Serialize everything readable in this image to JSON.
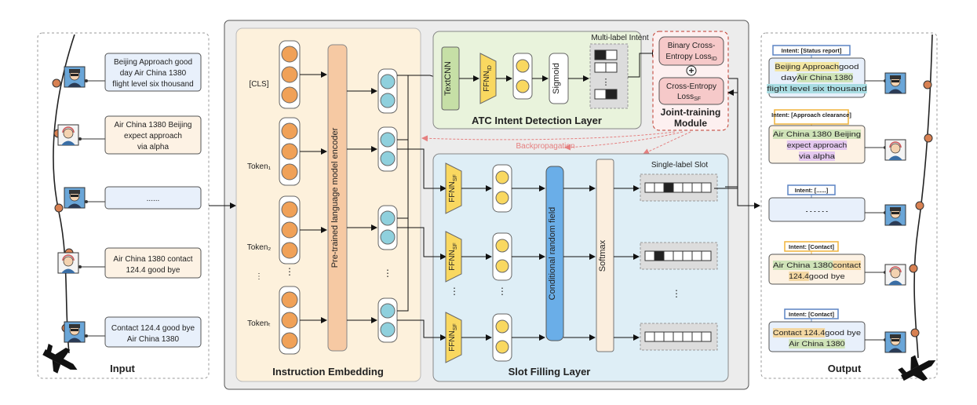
{
  "input": {
    "title": "Input",
    "messages": [
      {
        "lines": [
          "Beijing Approach good",
          "day Air China 1380",
          "flight level six thousand"
        ],
        "speaker": "pilot"
      },
      {
        "lines": [
          "Air China 1380 Beijing",
          "expect approach",
          "via alpha"
        ],
        "speaker": "controller"
      },
      {
        "lines": [
          "......"
        ],
        "speaker": "pilot"
      },
      {
        "lines": [
          "Air China 1380 contact",
          "124.4 good bye"
        ],
        "speaker": "controller"
      },
      {
        "lines": [
          "Contact 124.4 good bye",
          "Air China 1380"
        ],
        "speaker": "pilot"
      }
    ]
  },
  "embedding": {
    "title": "Instruction Embedding",
    "encoder_label": "Pre-trained language model encoder",
    "tokens": [
      "[CLS]",
      "Token₁",
      "Token₂",
      "⋮",
      "Tokenₜ"
    ]
  },
  "intent": {
    "title": "ATC Intent Detection Layer",
    "textcnn": "TextCNN",
    "ffnn": "FFNN",
    "ffnn_sub": "ID",
    "sigmoid": "Sigmoid",
    "multi_label": "Multi-label Intent",
    "dots": "⋮"
  },
  "joint": {
    "title_line1": "Joint-training",
    "title_line2": "Module",
    "bce_line1": "Binary Cross-",
    "bce_line2": "Entropy Loss",
    "bce_sub": "ID",
    "plus": "+",
    "ce_line1": "Cross-Entropy",
    "ce_line2": "Loss",
    "ce_sub": "SF",
    "backprop": "Backpropagation"
  },
  "slot": {
    "title": "Slot Filling Layer",
    "ffnn": "FFNN",
    "ffnn_sub": "SF",
    "crf": "Conditional random field",
    "softmax": "Softmax",
    "single_label": "Single-label Slot",
    "dots": "⋮"
  },
  "output": {
    "title": "Output",
    "items": [
      {
        "intent": "Intent: [Status report]",
        "intent_color": "#5b84c4",
        "lines": [
          [
            {
              "t": "Beijing Approach",
              "h": "#f3e6a2"
            },
            {
              "t": " good",
              "h": ""
            }
          ],
          [
            {
              "t": "day ",
              "h": ""
            },
            {
              "t": "Air China 1380",
              "h": "#cfe3b8"
            }
          ],
          [
            {
              "t": "flight level six thousand",
              "h": "#a9dde3"
            }
          ]
        ],
        "speaker": "pilot"
      },
      {
        "intent": "Intent: [Approach clearance]",
        "intent_color": "#f0b43c",
        "lines": [
          [
            {
              "t": "Air China 1380 Beijing",
              "h": "#cfe3b8"
            }
          ],
          [
            {
              "t": "expect approach",
              "h": "#e4c8ef"
            }
          ],
          [
            {
              "t": "via alpha",
              "h": "#e4c8ef"
            }
          ]
        ],
        "speaker": "controller"
      },
      {
        "intent": "Intent: [......]",
        "intent_color": "#5b84c4",
        "lines": [
          [
            {
              "t": "......",
              "h": ""
            }
          ]
        ],
        "speaker": "pilot"
      },
      {
        "intent": "Intent: [Contact]",
        "intent_color": "#f0b43c",
        "lines": [
          [
            {
              "t": "Air China 1380 ",
              "h": "#cfe3b8"
            },
            {
              "t": "contact",
              "h": "#f3d7a2"
            }
          ],
          [
            {
              "t": "124.4",
              "h": "#f3d7a2"
            },
            {
              "t": " good bye",
              "h": ""
            }
          ]
        ],
        "speaker": "controller"
      },
      {
        "intent": "Intent: [Contact]",
        "intent_color": "#5b84c4",
        "lines": [
          [
            {
              "t": "Contact 124.4",
              "h": "#f3d7a2"
            },
            {
              "t": " good bye",
              "h": ""
            }
          ],
          [
            {
              "t": "Air China 1380",
              "h": "#cfe3b8"
            }
          ]
        ],
        "speaker": "pilot"
      }
    ]
  },
  "colors": {
    "embedding_bg": "#fdf1dc",
    "intent_bg": "#e9f3dc",
    "slot_bg": "#deeef6",
    "joint_bg": "#fdf0f0",
    "orange_node": "#f0a158",
    "blue_node": "#8fd0dd",
    "yellow_node": "#f9d860",
    "crf": "#6aaee8",
    "pilot_box": "#e8f0fb",
    "controller_box": "#fdf2e4"
  }
}
